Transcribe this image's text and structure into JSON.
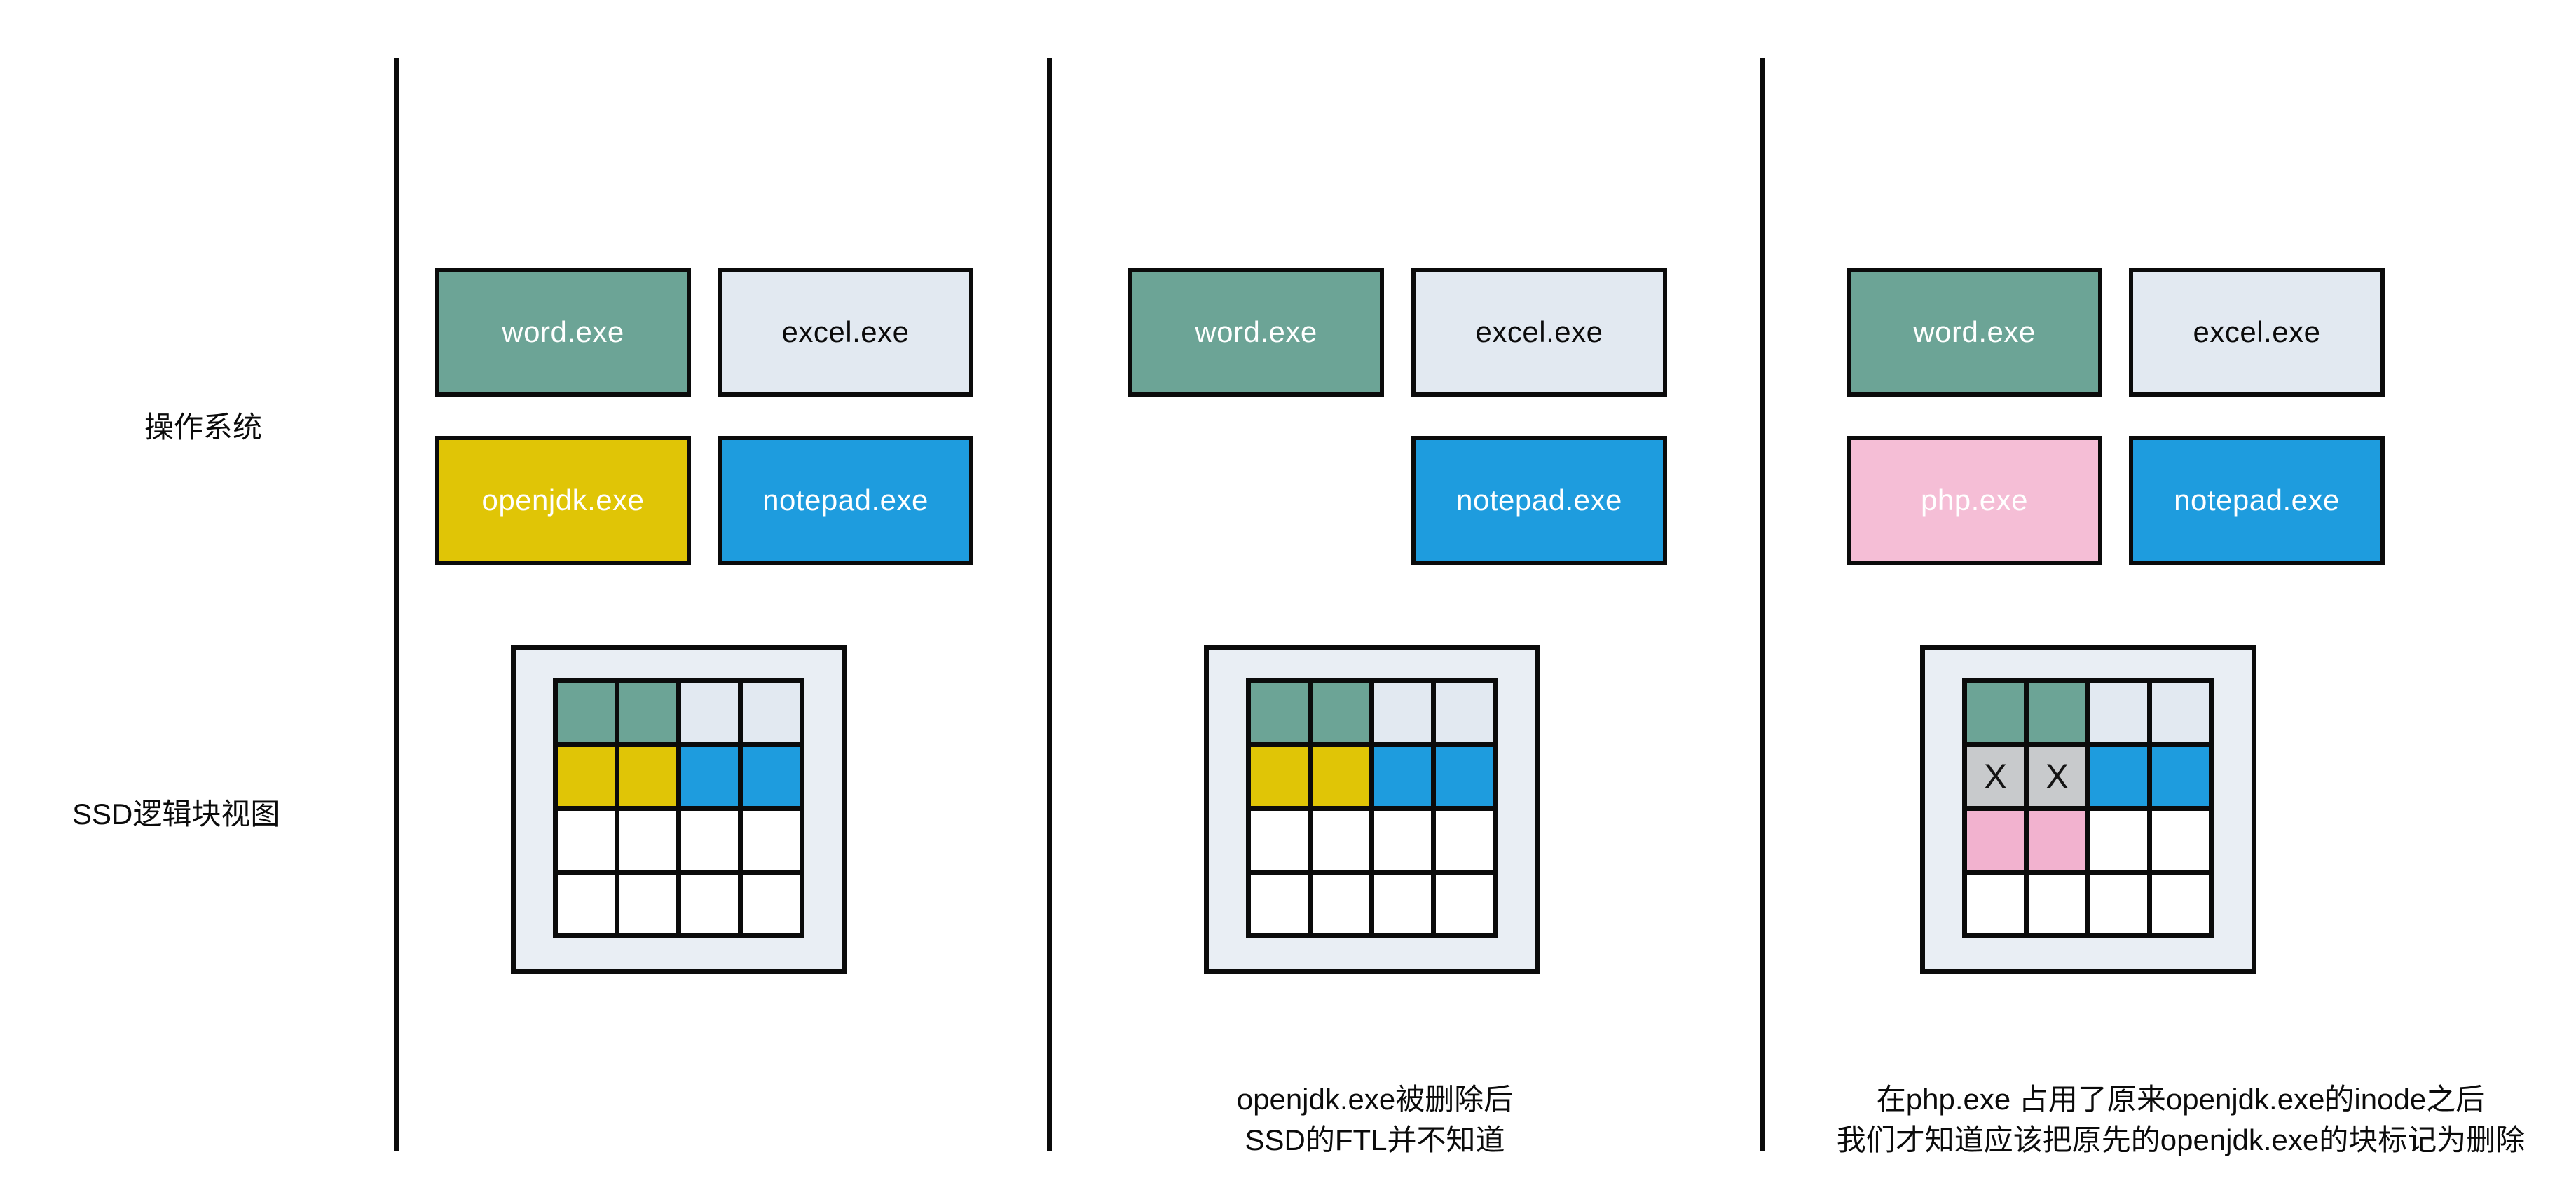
{
  "labels": {
    "os": "操作系统",
    "ssd": "SSD逻辑块视图"
  },
  "palette": {
    "teal": "#6CA496",
    "light": "#E2E9F1",
    "yellow": "#E0C506",
    "blue": "#1E9CDE",
    "pink_box": "#F5BED6",
    "pink_cell": "#F2B2CF",
    "gray": "#C8CACC",
    "white": "#FFFFFF",
    "grid_bg": "#E9EEF4",
    "border": "#0B0B0B"
  },
  "panels": [
    {
      "id": "initial",
      "boxes": [
        {
          "label": "word.exe",
          "color": "teal",
          "text": "#FFFFFF",
          "row": 0,
          "col": 0
        },
        {
          "label": "excel.exe",
          "color": "light",
          "text": "#0B0B0B",
          "row": 0,
          "col": 1
        },
        {
          "label": "openjdk.exe",
          "color": "yellow",
          "text": "#FFFFFF",
          "row": 1,
          "col": 0
        },
        {
          "label": "notepad.exe",
          "color": "blue",
          "text": "#FFFFFF",
          "row": 1,
          "col": 1
        }
      ],
      "grid": [
        [
          "teal",
          "teal",
          "light",
          "light"
        ],
        [
          "yellow",
          "yellow",
          "blue",
          "blue"
        ],
        [
          "white",
          "white",
          "white",
          "white"
        ],
        [
          "white",
          "white",
          "white",
          "white"
        ]
      ],
      "caption": []
    },
    {
      "id": "after-delete",
      "boxes": [
        {
          "label": "word.exe",
          "color": "teal",
          "text": "#FFFFFF",
          "row": 0,
          "col": 0
        },
        {
          "label": "excel.exe",
          "color": "light",
          "text": "#0B0B0B",
          "row": 0,
          "col": 1
        },
        {
          "label": "notepad.exe",
          "color": "blue",
          "text": "#FFFFFF",
          "row": 1,
          "col": 1
        }
      ],
      "grid": [
        [
          "teal",
          "teal",
          "light",
          "light"
        ],
        [
          "yellow",
          "yellow",
          "blue",
          "blue"
        ],
        [
          "white",
          "white",
          "white",
          "white"
        ],
        [
          "white",
          "white",
          "white",
          "white"
        ]
      ],
      "caption": [
        "openjdk.exe被删除后",
        "SSD的FTL并不知道"
      ]
    },
    {
      "id": "after-php-write",
      "boxes": [
        {
          "label": "word.exe",
          "color": "teal",
          "text": "#FFFFFF",
          "row": 0,
          "col": 0
        },
        {
          "label": "excel.exe",
          "color": "light",
          "text": "#0B0B0B",
          "row": 0,
          "col": 1
        },
        {
          "label": "php.exe",
          "color": "pink_box",
          "text": "#FFFFFF",
          "row": 1,
          "col": 0
        },
        {
          "label": "notepad.exe",
          "color": "blue",
          "text": "#FFFFFF",
          "row": 1,
          "col": 1
        }
      ],
      "grid": [
        [
          "teal",
          "teal",
          "light",
          "light"
        ],
        [
          {
            "color": "gray",
            "mark": "X"
          },
          {
            "color": "gray",
            "mark": "X"
          },
          "blue",
          "blue"
        ],
        [
          "pink_cell",
          "pink_cell",
          "white",
          "white"
        ],
        [
          "white",
          "white",
          "white",
          "white"
        ]
      ],
      "caption": [
        "在php.exe 占用了原来openjdk.exe的inode之后",
        "我们才知道应该把原先的openjdk.exe的块标记为删除"
      ]
    }
  ]
}
